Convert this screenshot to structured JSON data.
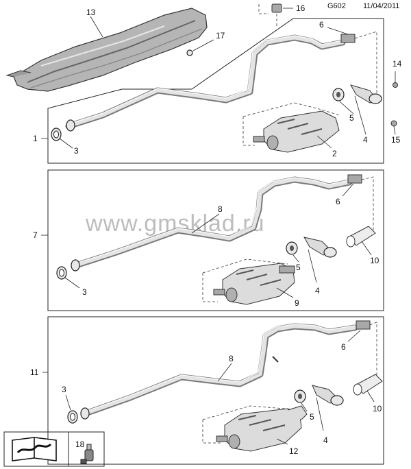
{
  "header": {
    "code": "G602",
    "date": "11/04/2011"
  },
  "watermark": "www.gmsklad.ru",
  "panels": {
    "top": {
      "callout": "1",
      "labels": [
        "3",
        "2",
        "4",
        "5",
        "6",
        "14",
        "15"
      ]
    },
    "middle": {
      "callout": "7",
      "labels": [
        "8",
        "3",
        "9",
        "4",
        "5",
        "6",
        "10"
      ]
    },
    "bottom": {
      "callout": "11",
      "labels": [
        "8",
        "3",
        "12",
        "4",
        "5",
        "6",
        "10"
      ]
    }
  },
  "loose_labels": {
    "heat_shield": "13",
    "fastener": "17",
    "clip": "16"
  },
  "legend_box": {
    "label": "18"
  }
}
